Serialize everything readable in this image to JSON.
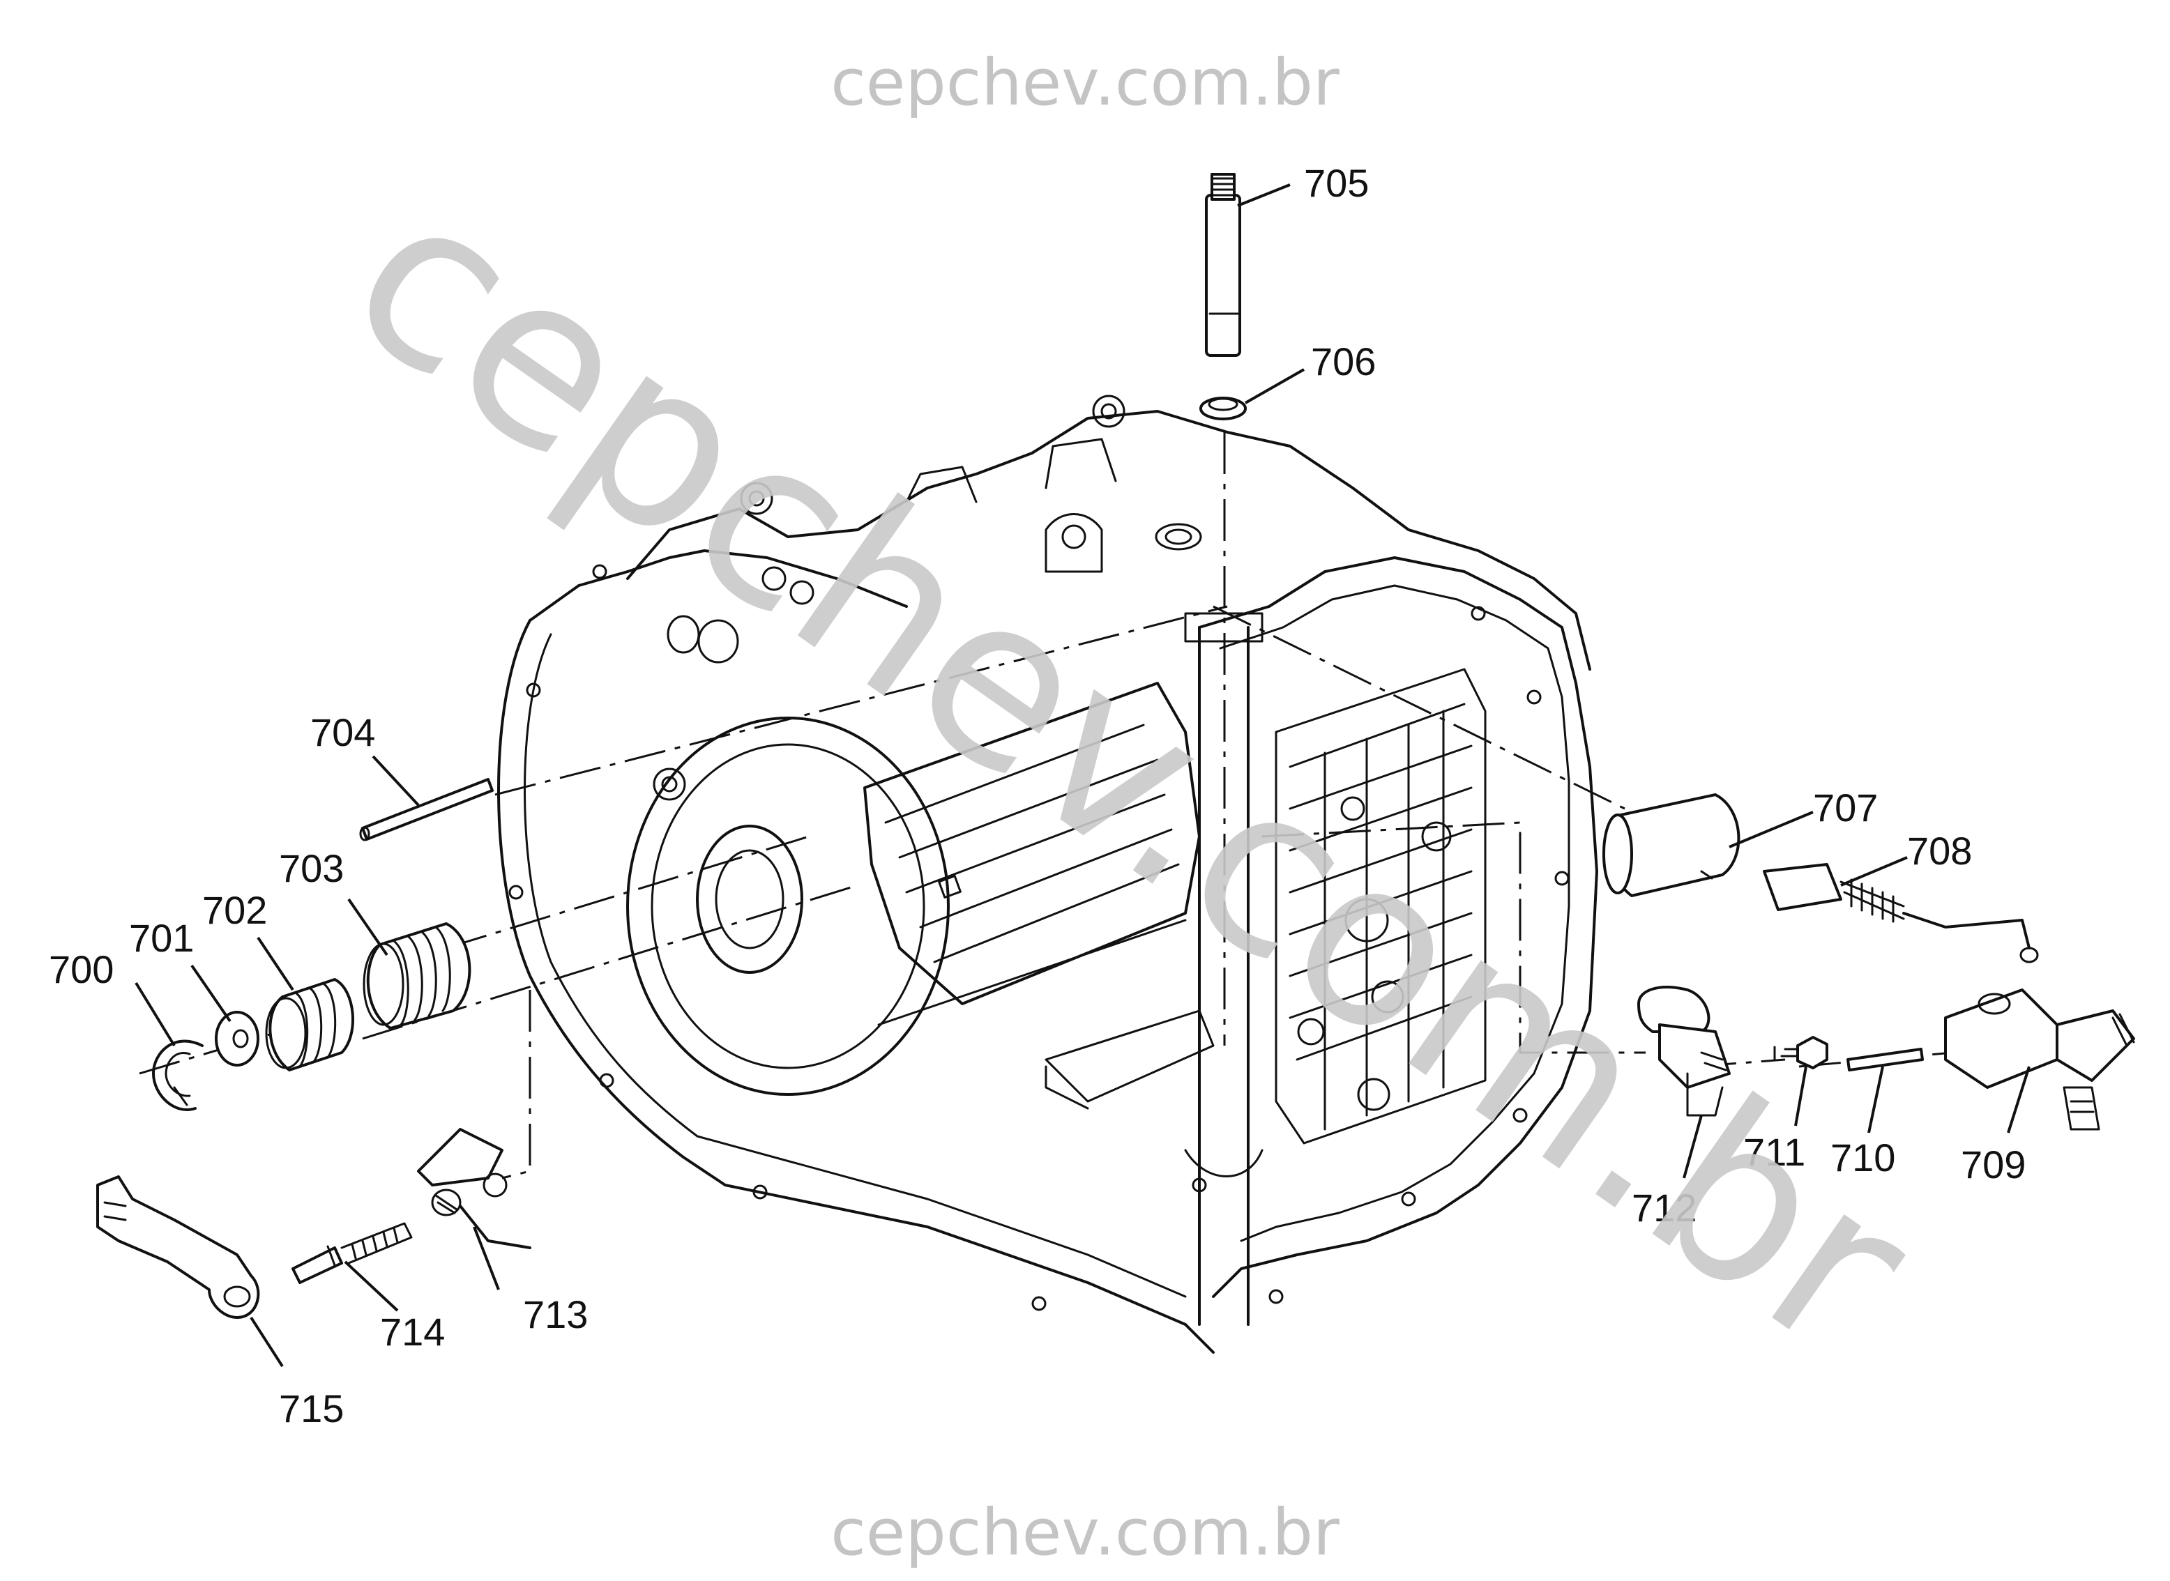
{
  "watermark": {
    "top": "cepchev.com.br",
    "bottom": "cepchev.com.br",
    "diagonal": "cepchev.com.br"
  },
  "callouts": {
    "c700": "700",
    "c701": "701",
    "c702": "702",
    "c703": "703",
    "c704": "704",
    "c705": "705",
    "c706": "706",
    "c707": "707",
    "c708": "708",
    "c709": "709",
    "c710": "710",
    "c711": "711",
    "c712": "712",
    "c713": "713",
    "c714": "714",
    "c715": "715"
  },
  "colors": {
    "ink": "#111111",
    "watermark": "#c4c4c4",
    "background": "#ffffff"
  }
}
